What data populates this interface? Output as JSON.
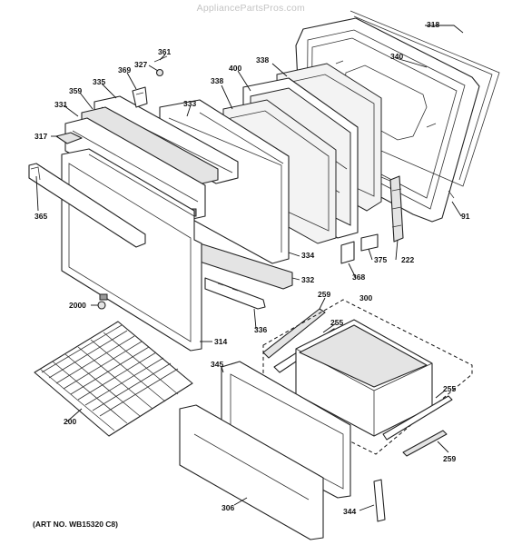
{
  "watermark": "AppliancePartsPros.com",
  "art_number": "(ART NO. WB15320 C8)",
  "parts": {
    "p318": "318",
    "p340": "340",
    "p338a": "338",
    "p400": "400",
    "p338b": "338",
    "p361": "361",
    "p327": "327",
    "p369": "369",
    "p335": "335",
    "p359": "359",
    "p333": "333",
    "p331": "331",
    "p317": "317",
    "p365": "365",
    "p91": "91",
    "p222": "222",
    "p375": "375",
    "p368": "368",
    "p334": "334",
    "p332": "332",
    "p336": "336",
    "p2000": "2000",
    "p259a": "259",
    "p300": "300",
    "p255a": "255",
    "p314": "314",
    "p345": "345",
    "p255b": "255",
    "p200": "200",
    "p259b": "259",
    "p306": "306",
    "p344": "344"
  }
}
